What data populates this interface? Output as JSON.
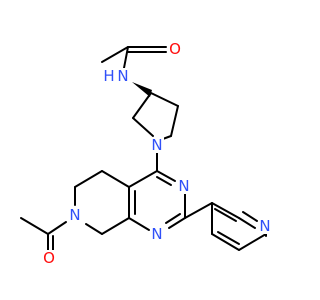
{
  "molecule": {
    "atoms": [
      {
        "id": "O1",
        "symbol": "O",
        "color": "#ff0d0d"
      },
      {
        "id": "N1",
        "symbol": "N",
        "color": "#3050f8"
      },
      {
        "id": "H1",
        "symbol": "H",
        "color": "#3050f8"
      },
      {
        "id": "N2",
        "symbol": "N",
        "color": "#3050f8"
      },
      {
        "id": "N3",
        "symbol": "N",
        "color": "#3050f8"
      },
      {
        "id": "N4",
        "symbol": "N",
        "color": "#3050f8"
      },
      {
        "id": "N5",
        "symbol": "N",
        "color": "#3050f8"
      },
      {
        "id": "O2",
        "symbol": "O",
        "color": "#ff0d0d"
      },
      {
        "id": "N6",
        "symbol": "N",
        "color": "#3050f8"
      }
    ],
    "bond_color": "#000000"
  }
}
